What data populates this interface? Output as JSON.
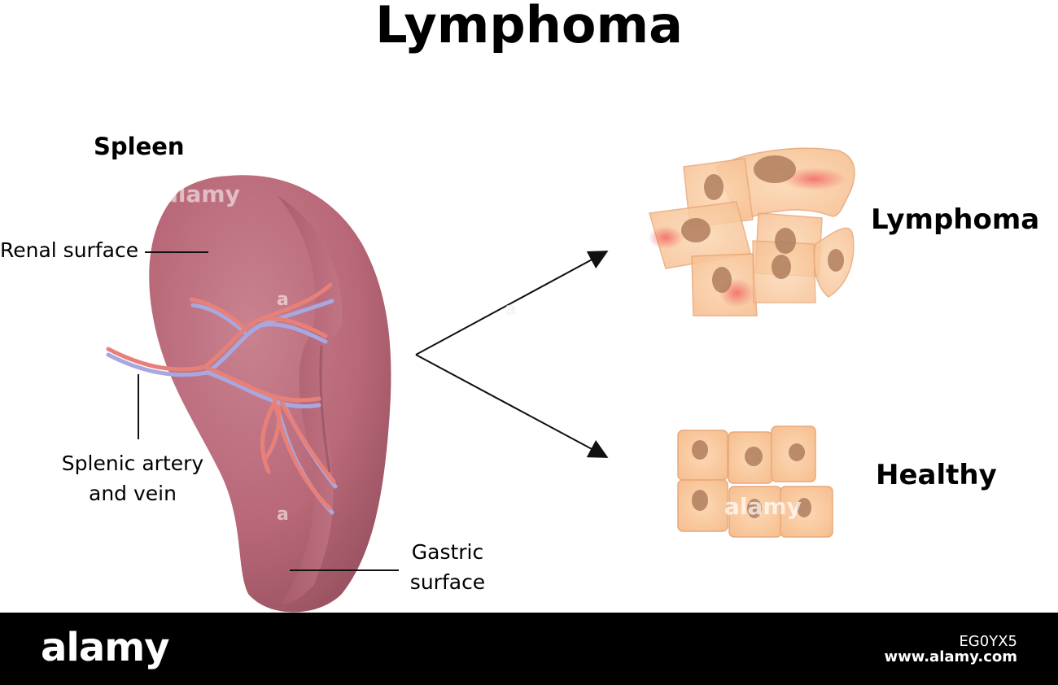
{
  "title": "Lymphoma",
  "spleen": {
    "heading": "Spleen",
    "renal_surface": "Renal surface",
    "splenic_artery_line1": "Splenic artery",
    "splenic_artery_line2": "and vein",
    "gastric_line1": "Gastric",
    "gastric_line2": "surface"
  },
  "cells": {
    "lymphoma_label": "Lymphoma",
    "healthy_label": "Healthy"
  },
  "footer": {
    "brand": "alamy",
    "image_id": "EG0YX5",
    "site": "www.alamy.com"
  },
  "watermarks": [
    "alamy",
    "a",
    "a",
    "alamy",
    "a"
  ],
  "colors": {
    "spleen": "#c0707e",
    "spleen_dark": "#9c5666",
    "artery": "#e8807a",
    "vein": "#a8a8e0",
    "cell": "#f8c89a",
    "cell_border": "#e8a878",
    "nucleus": "#b08060",
    "abnormal_spot": "#f06060"
  }
}
